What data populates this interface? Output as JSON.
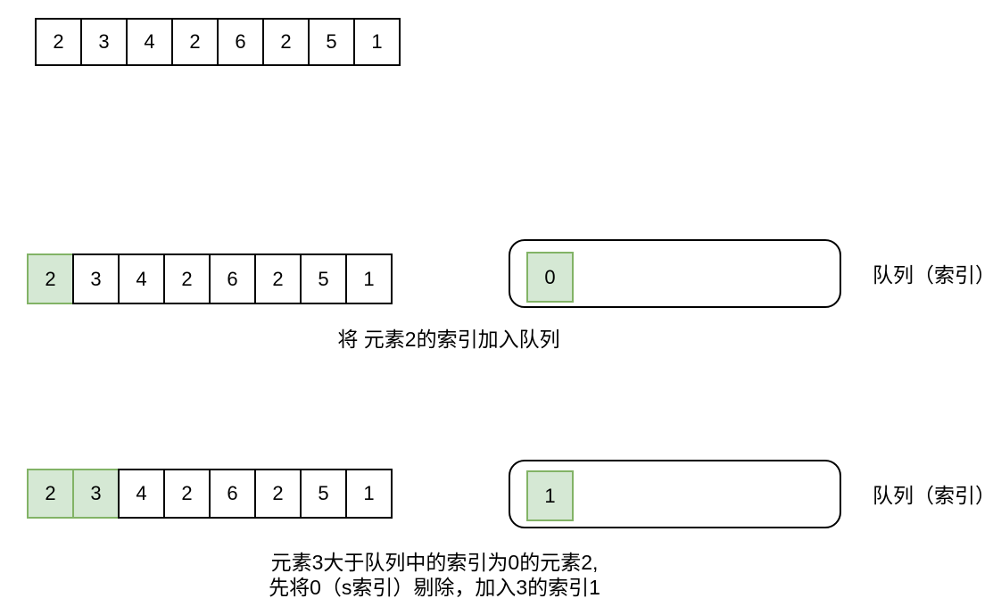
{
  "colors": {
    "background": "#ffffff",
    "cell_border": "#000000",
    "highlight_fill": "#d5e8d4",
    "highlight_border": "#82b366"
  },
  "initial": {
    "array": {
      "values": [
        2,
        3,
        4,
        2,
        6,
        2,
        5,
        1
      ],
      "highlighted_indices": []
    }
  },
  "step1": {
    "array": {
      "values": [
        2,
        3,
        4,
        2,
        6,
        2,
        5,
        1
      ],
      "highlighted_indices": [
        0
      ]
    },
    "queue": {
      "items": [
        0
      ],
      "label": "队列（索引）"
    },
    "caption": "将 元素2的索引加入队列"
  },
  "step2": {
    "array": {
      "values": [
        2,
        3,
        4,
        2,
        6,
        2,
        5,
        1
      ],
      "highlighted_indices": [
        0,
        1
      ]
    },
    "queue": {
      "items": [
        1
      ],
      "label": "队列（索引）"
    },
    "caption_lines": [
      "元素3大于队列中的索引为0的元素2,",
      "先将0（s索引）剔除，加入3的索引1"
    ]
  }
}
